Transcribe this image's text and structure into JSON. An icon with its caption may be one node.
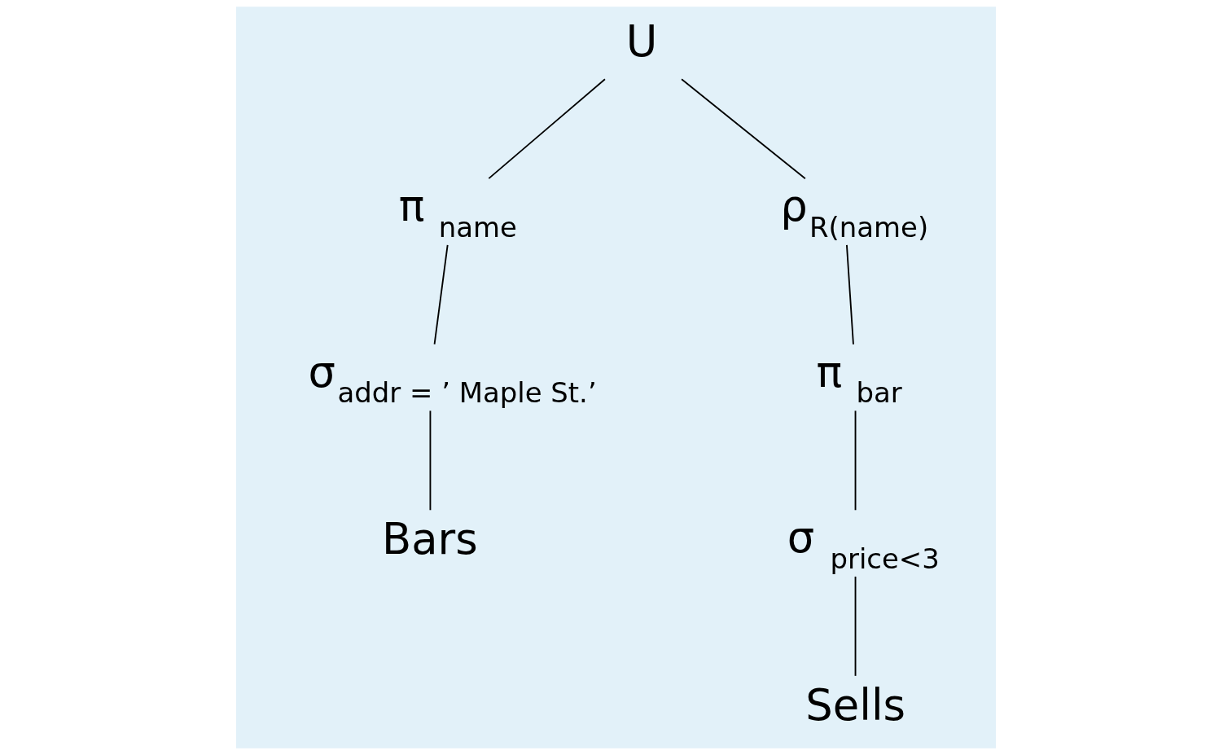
{
  "diagram": {
    "nodes": [
      {
        "text": [
          "U"
        ]
      },
      {
        "text": [
          "ρ$_{R(name)}$"
        ]
      },
      {
        "text": [
          "π $_{name}$"
        ]
      },
      {
        "text": [
          "π $_{bar}$"
        ]
      },
      {
        "text": [
          "σ$_{addr = ’ Maple St.’}$"
        ]
      },
      {
        "text": [
          "σ $_{price<3}$"
        ]
      },
      {
        "text": [
          "Bars"
        ]
      },
      {
        "text": [
          "Sells"
        ]
      }
    ],
    "edges": [
      {
        "from": 0,
        "to": 2,
        "arrow": "none"
      },
      {
        "from": 0,
        "to": 1,
        "arrow": "none"
      },
      {
        "from": 1,
        "to": 3,
        "arrow": "none"
      },
      {
        "from": 2,
        "to": 4,
        "arrow": "none"
      },
      {
        "from": 3,
        "to": 5,
        "arrow": "none"
      },
      {
        "from": 4,
        "to": 6,
        "arrow": "none"
      },
      {
        "from": 5,
        "to": 7,
        "arrow": "none"
      }
    ]
  }
}
